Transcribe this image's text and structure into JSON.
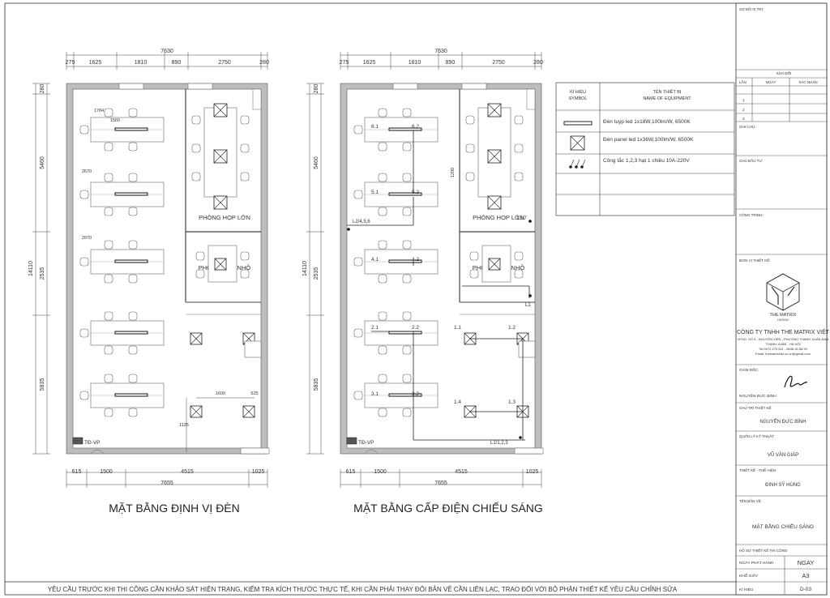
{
  "plans": [
    {
      "title": "MẶT BẰNG ĐỊNH VỊ ĐÈN",
      "top_dims": [
        "275",
        "1625",
        "1810",
        "890",
        "2750",
        "280"
      ],
      "overall_top": "7630",
      "left_dims": [
        "280",
        "5460",
        "2535",
        "5835"
      ],
      "overall_left": "14110",
      "bottom_dims": [
        "615",
        "1500",
        "4515",
        "1025"
      ],
      "overall_bottom": "7655",
      "room_large": "PHÒNG HỌP LỚN",
      "room_small": "PHÒNG HỌP NHỎ",
      "panel_label": "TĐ-VP",
      "detail_dims": [
        "1560",
        "1784",
        "2670",
        "2070",
        "1600",
        "625",
        "1125"
      ]
    },
    {
      "title": "MẶT BẰNG CẤP ĐIỆN CHIẾU SÁNG",
      "top_dims": [
        "275",
        "1625",
        "1810",
        "890",
        "2750",
        "280"
      ],
      "overall_top": "7630",
      "left_dims": [
        "280",
        "5460",
        "2535",
        "5835"
      ],
      "overall_left": "14110",
      "bottom_dims": [
        "615",
        "1500",
        "4515",
        "1025"
      ],
      "overall_bottom": "7655",
      "room_large": "PHÒNG HỌP LỚN",
      "room_small": "PHÒNG HỌP NHỎ",
      "panel_label": "TĐ-VP",
      "circuit_labels": [
        "6.1",
        "6.2",
        "5.1",
        "5.2",
        "4.1",
        "4.2",
        "2.1",
        "2.2",
        "1.1",
        "1.2",
        "3.1",
        "3.2",
        "1.4",
        "1.3"
      ],
      "switch_labels": [
        "L2/4,5,6",
        "L2/7",
        "L1",
        "L1/1,2,3"
      ],
      "detail_dims": [
        "1200"
      ]
    }
  ],
  "legend": {
    "header_symbol": "KÍ HIỆU\nSYMBOL",
    "header_symbol_lines": [
      "KÍ HIỆU",
      "SYMBOL"
    ],
    "header_name_lines": [
      "TÊN THIẾT BỊ",
      "NAME OF EQUIPMENT"
    ],
    "rows": [
      {
        "icon": "tube-led-icon",
        "text": "Đèn tuyp led 1x18W,100lm/W, 6500K"
      },
      {
        "icon": "panel-led-icon",
        "text": "Đèn panel led 1x36W,100lm/W, 6500K"
      },
      {
        "icon": "switch-icon",
        "text": "Công tắc 1,2,3 hạt 1 chiều 10A-220V"
      }
    ]
  },
  "title_block": {
    "location_label": "SƠ ĐỒ VỊ TRÍ:",
    "revision_label": "SỬA ĐỔI",
    "rev_cols": [
      "LẦN",
      "NGÀY",
      "XÁC NHẬN"
    ],
    "rev_rows": [
      "1",
      "2",
      "3"
    ],
    "note_label": "GHI CHÚ:",
    "investor_label": "CHỦ ĐẦU TƯ:",
    "project_label": "CÔNG TRÌNH:",
    "designer_unit_label": "ĐƠN VỊ THIẾT KẾ:",
    "logo_name": "THE MATRIX",
    "logo_sub": "DESIGN",
    "company": "CÔNG TY TNHH THE MATRIX VIỆT",
    "address_lines": [
      "VPGD: SỐ 9 - NGUYỄN XIỂN - PHƯỜNG THANH XUÂN NAM",
      "THANH XUÂN - HÀ NỘI",
      "Tel:0972.270.511 - 0848.15.58.99",
      "Email: thematrixviet.co.vn@gmail.com"
    ],
    "director_label": "GIÁM ĐỐC:",
    "director_name": "NGUYỄN ĐỨC BÌNH",
    "chief_label": "CHỦ TRÌ THIẾT KẾ",
    "chief_name": "NGUYỄN ĐỨC BÌNH",
    "tech_label": "QUẢN LÝ KỸ THUẬT",
    "tech_name": "VŨ VĂN GIÁP",
    "draw_label": "THIẾT KẾ - THỂ HIỆN",
    "draw_name": "ĐINH SỸ HÙNG",
    "sheet_name_label": "TÊN BẢN VẼ:",
    "sheet_name": "MẶT BẰNG CHIẾU SÁNG",
    "profile_label": "HỒ SƠ THIẾT KẾ THI CÔNG",
    "issue_label": "NGÀY PHÁT HÀNH",
    "issue_value": "NGAY",
    "size_label": "KHỔ GIẤY",
    "size_value": "A3",
    "code_label": "KÍ HIỆU",
    "code_value": "D-03"
  },
  "footer_note": "YÊU CẦU TRƯỚC KHI THI CÔNG CẦN KHẢO SÁT HIỆN TRẠNG, KIỂM TRA KÍCH THƯỚC THỰC TẾ, KHI CẦN PHẢI THAY ĐỔI BẢN VẼ CẦN LIÊN LẠC, TRAO ĐỔI VỚI BỘ PHẬN THIẾT KẾ YÊU CẦU CHỈNH SỬA"
}
